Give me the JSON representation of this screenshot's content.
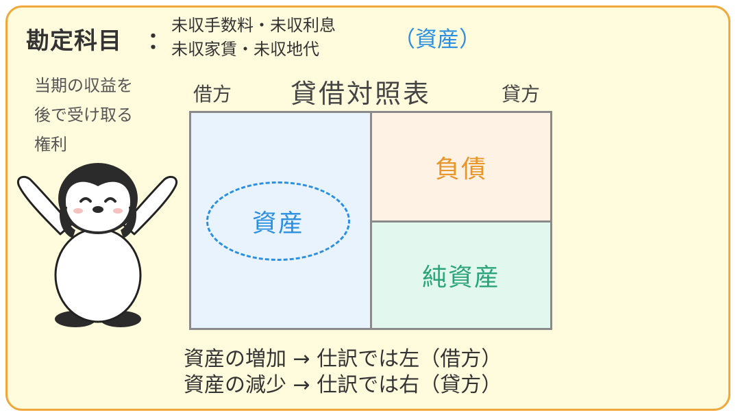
{
  "header": {
    "title": "勘定科目",
    "colon": "：",
    "items_line1": "未収手数料・未収利息",
    "items_line2": "未収家賃・未収地代",
    "category": "（資産）"
  },
  "description": {
    "line1": "当期の収益を",
    "line2": "後で受け取る",
    "line3": "権利"
  },
  "balance_sheet": {
    "title": "貸借対照表",
    "debit_label": "借方",
    "credit_label": "貸方",
    "assets": "資産",
    "liabilities": "負債",
    "net_assets": "純資産"
  },
  "rules": {
    "increase": "資産の増加 → 仕訳では左（借方）",
    "decrease": "資産の減少 → 仕訳では右（貸方）"
  },
  "colors": {
    "border": "#f0a83a",
    "background": "#fffbdc",
    "assets": "#2a8fe0",
    "liabilities": "#e8952a",
    "net_assets": "#2aa37a"
  }
}
